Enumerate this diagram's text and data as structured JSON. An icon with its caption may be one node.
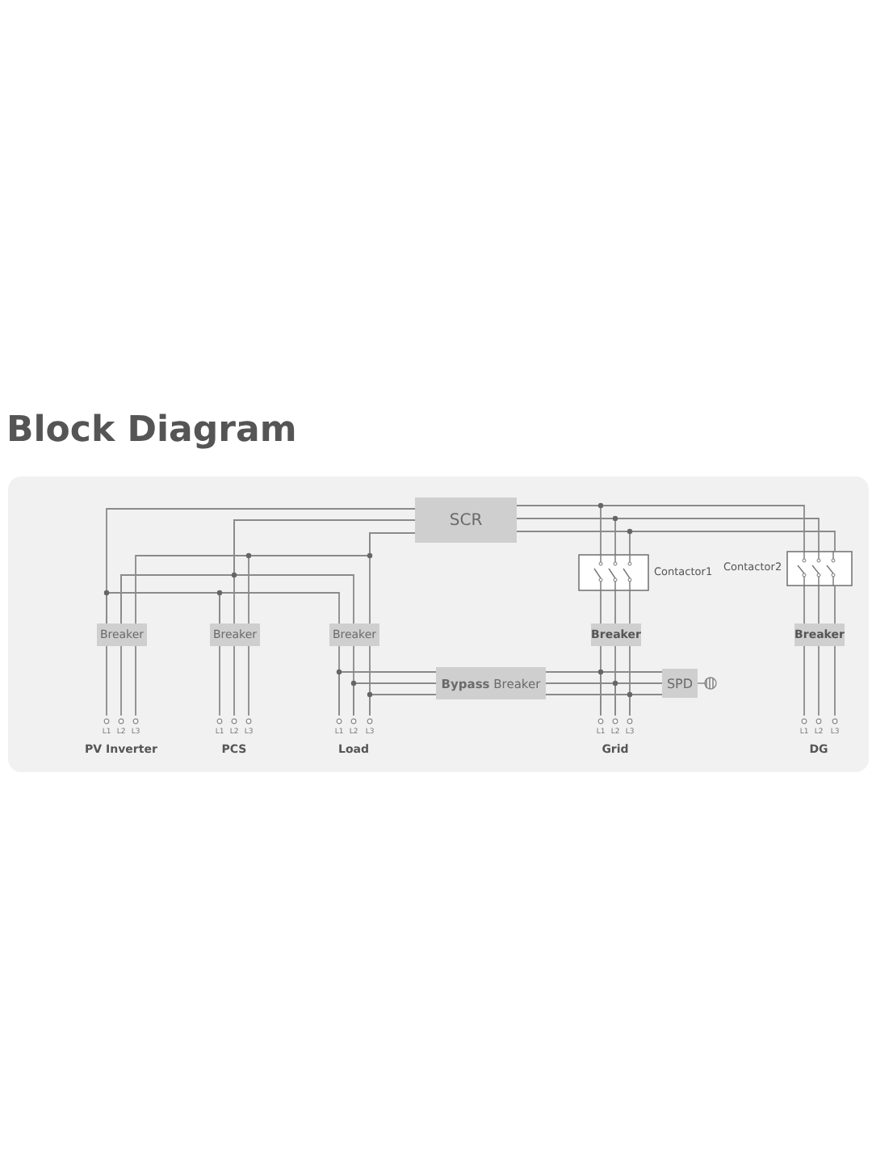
{
  "diagram": {
    "title": "Block Diagram",
    "nodes": [
      {
        "text": [
          "SCR"
        ]
      },
      {
        "text": [
          "Breaker"
        ]
      },
      {
        "text": [
          "Breaker"
        ]
      },
      {
        "text": [
          "Breaker"
        ]
      },
      {
        "text": [
          "Contactor1"
        ]
      },
      {
        "text": [
          "Breaker"
        ]
      },
      {
        "text": [
          "Contactor2"
        ]
      },
      {
        "text": [
          "Breaker"
        ]
      },
      {
        "text": [
          "**Bypass** Breaker"
        ]
      },
      {
        "text": [
          "SPD"
        ]
      },
      {
        "text": [
          "L1",
          "L2",
          "L3",
          "PV Inverter"
        ]
      },
      {
        "text": [
          "L1",
          "L2",
          "L3",
          "PCS"
        ]
      },
      {
        "text": [
          "L1",
          "L2",
          "L3",
          "Load"
        ]
      },
      {
        "text": [
          "L1",
          "L2",
          "L3",
          "Grid"
        ]
      },
      {
        "text": [
          "L1",
          "L2",
          "L3",
          "DG"
        ]
      }
    ],
    "edges": [
      {
        "from": 0,
        "to": 1,
        "arrow": "none"
      },
      {
        "from": 0,
        "to": 2,
        "arrow": "none"
      },
      {
        "from": 0,
        "to": 3,
        "arrow": "none"
      },
      {
        "from": 0,
        "to": 4,
        "arrow": "none"
      },
      {
        "from": 0,
        "to": 6,
        "arrow": "none"
      },
      {
        "from": 4,
        "to": 5,
        "arrow": "none"
      },
      {
        "from": 6,
        "to": 7,
        "arrow": "none"
      },
      {
        "from": 1,
        "to": 10,
        "arrow": "none"
      },
      {
        "from": 2,
        "to": 11,
        "arrow": "none"
      },
      {
        "from": 3,
        "to": 12,
        "arrow": "none"
      },
      {
        "from": 5,
        "to": 13,
        "arrow": "none"
      },
      {
        "from": 7,
        "to": 14,
        "arrow": "none"
      },
      {
        "from": 8,
        "to": 12,
        "arrow": "none"
      },
      {
        "from": 8,
        "to": 13,
        "arrow": "none"
      },
      {
        "from": 8,
        "to": 9,
        "arrow": "none"
      },
      {
        "from": 1,
        "to": 2,
        "arrow": "none"
      },
      {
        "from": 2,
        "to": 3,
        "arrow": "none"
      },
      {
        "from": 1,
        "to": 3,
        "arrow": "none"
      }
    ]
  }
}
